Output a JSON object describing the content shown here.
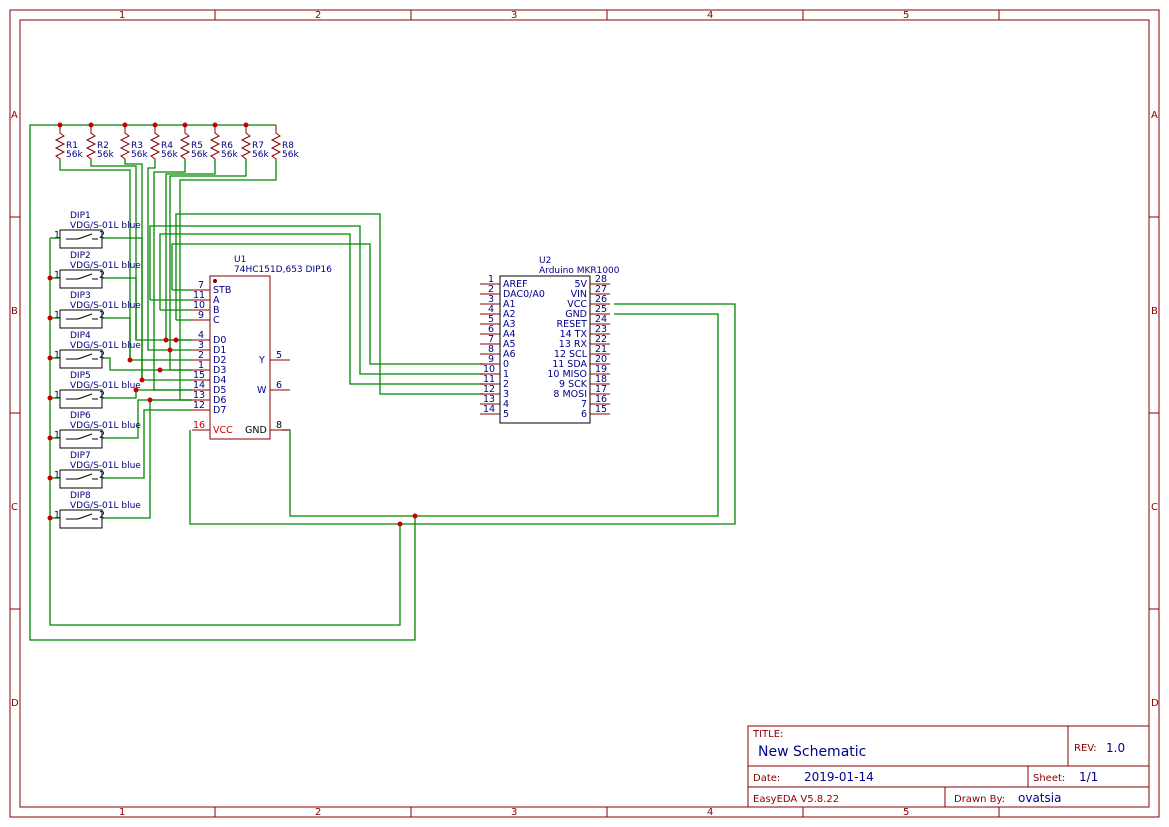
{
  "columns": [
    "1",
    "2",
    "3",
    "4",
    "5"
  ],
  "rows": [
    "A",
    "B",
    "C",
    "D"
  ],
  "resistors": [
    {
      "ref": "R1",
      "value": "56k"
    },
    {
      "ref": "R2",
      "value": "56k"
    },
    {
      "ref": "R3",
      "value": "56k"
    },
    {
      "ref": "R4",
      "value": "56k"
    },
    {
      "ref": "R5",
      "value": "56k"
    },
    {
      "ref": "R6",
      "value": "56k"
    },
    {
      "ref": "R7",
      "value": "56k"
    },
    {
      "ref": "R8",
      "value": "56k"
    }
  ],
  "dips": [
    {
      "ref": "DIP1",
      "value": "VDG/S-01L blue",
      "pin1": "1",
      "pin2": "2"
    },
    {
      "ref": "DIP2",
      "value": "VDG/S-01L blue",
      "pin1": "1",
      "pin2": "2"
    },
    {
      "ref": "DIP3",
      "value": "VDG/S-01L blue",
      "pin1": "1",
      "pin2": "2"
    },
    {
      "ref": "DIP4",
      "value": "VDG/S-01L blue",
      "pin1": "1",
      "pin2": "2"
    },
    {
      "ref": "DIP5",
      "value": "VDG/S-01L blue",
      "pin1": "1",
      "pin2": "2"
    },
    {
      "ref": "DIP6",
      "value": "VDG/S-01L blue",
      "pin1": "1",
      "pin2": "2"
    },
    {
      "ref": "DIP7",
      "value": "VDG/S-01L blue",
      "pin1": "1",
      "pin2": "2"
    },
    {
      "ref": "DIP8",
      "value": "VDG/S-01L blue",
      "pin1": "1",
      "pin2": "2"
    }
  ],
  "u1": {
    "ref": "U1",
    "value": "74HC151D,653 DIP16",
    "left_pins": [
      {
        "num": "7",
        "name": "STB"
      },
      {
        "num": "11",
        "name": "A"
      },
      {
        "num": "10",
        "name": "B"
      },
      {
        "num": "9",
        "name": "C"
      },
      {
        "num": "4",
        "name": "D0"
      },
      {
        "num": "3",
        "name": "D1"
      },
      {
        "num": "2",
        "name": "D2"
      },
      {
        "num": "1",
        "name": "D3"
      },
      {
        "num": "15",
        "name": "D4"
      },
      {
        "num": "14",
        "name": "D5"
      },
      {
        "num": "13",
        "name": "D6"
      },
      {
        "num": "12",
        "name": "D7"
      }
    ],
    "vcc_pin": {
      "num": "16",
      "name": "VCC"
    },
    "right_pins": [
      {
        "num": "5",
        "name": "Y"
      },
      {
        "num": "6",
        "name": "W"
      }
    ],
    "gnd_pin": {
      "num": "8",
      "name": "GND"
    }
  },
  "u2": {
    "ref": "U2",
    "value": "Arduino MKR1000",
    "left_pins": [
      {
        "num": "1",
        "name": "AREF"
      },
      {
        "num": "2",
        "name": "DAC0/A0"
      },
      {
        "num": "3",
        "name": "A1"
      },
      {
        "num": "4",
        "name": "A2"
      },
      {
        "num": "5",
        "name": "A3"
      },
      {
        "num": "6",
        "name": "A4"
      },
      {
        "num": "7",
        "name": "A5"
      },
      {
        "num": "8",
        "name": "A6"
      },
      {
        "num": "9",
        "name": "0"
      },
      {
        "num": "10",
        "name": "1"
      },
      {
        "num": "11",
        "name": "2"
      },
      {
        "num": "12",
        "name": "3"
      },
      {
        "num": "13",
        "name": "4"
      },
      {
        "num": "14",
        "name": "5"
      }
    ],
    "right_pins": [
      {
        "num": "28",
        "name": "5V"
      },
      {
        "num": "27",
        "name": "VIN"
      },
      {
        "num": "26",
        "name": "VCC"
      },
      {
        "num": "25",
        "name": "GND"
      },
      {
        "num": "24",
        "name": "RESET"
      },
      {
        "num": "23",
        "name": "14 TX"
      },
      {
        "num": "22",
        "name": "13 RX"
      },
      {
        "num": "21",
        "name": "12 SCL"
      },
      {
        "num": "20",
        "name": "11 SDA"
      },
      {
        "num": "19",
        "name": "10 MISO"
      },
      {
        "num": "18",
        "name": "9 SCK"
      },
      {
        "num": "17",
        "name": "8 MOSI"
      },
      {
        "num": "16",
        "name": "7"
      },
      {
        "num": "15",
        "name": "6"
      }
    ]
  },
  "titleblock": {
    "title_label": "TITLE:",
    "title": "New Schematic",
    "rev_label": "REV:",
    "rev": "1.0",
    "date_label": "Date:",
    "date": "2019-01-14",
    "sheet_label": "Sheet:",
    "sheet": "1/1",
    "software": "EasyEDA V5.8.22",
    "drawn_label": "Drawn By:",
    "drawn_by": "ovatsia"
  },
  "colors": {
    "frame": "#880000",
    "wire": "#008800",
    "junction": "#cc0000",
    "text": "#000088"
  }
}
